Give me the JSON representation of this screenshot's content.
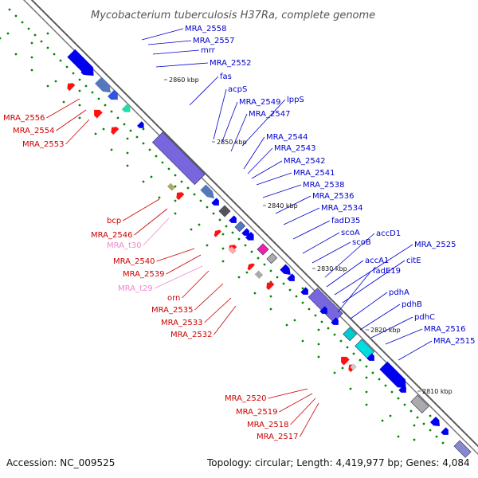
{
  "title": "Mycobacterium tuberculosis H37Ra, complete genome",
  "footer": {
    "accession": "Accession: NC_009525",
    "summary": "Topology: circular; Length: 4,419,977 bp; Genes: 4,084"
  },
  "colors": {
    "forward_label": "#0000cc",
    "reverse_label": "#cc0000",
    "rna_label": "#ee88cc",
    "backbone": "#888888",
    "gc_dots": "#008800"
  },
  "scale_marks": [
    "2860 kbp",
    "2850 kbp",
    "2840 kbp",
    "2830 kbp",
    "2820 kbp",
    "2810 kbp"
  ],
  "forward_genes": [
    "MRA_2558",
    "MRA_2557",
    "mrr",
    "MRA_2552",
    "fas",
    "acpS",
    "MRA_2549",
    "lppS",
    "MRA_2547",
    "MRA_2544",
    "MRA_2543",
    "MRA_2542",
    "MRA_2541",
    "MRA_2538",
    "MRA_2536",
    "MRA_2534",
    "fadD35",
    "scoA",
    "scoB",
    "accD1",
    "MRA_2525",
    "accA1",
    "citE",
    "fadE19",
    "pdhA",
    "pdhB",
    "pdhC",
    "MRA_2516",
    "MRA_2515"
  ],
  "reverse_genes": [
    "MRA_2556",
    "MRA_2554",
    "MRA_2553",
    "bcp",
    "MRA_2546",
    "MRA_t30",
    "MRA_2540",
    "MRA_2539",
    "MRA_t29",
    "orn",
    "MRA_2535",
    "MRA_2533",
    "MRA_2532",
    "MRA_2520",
    "MRA_2519",
    "MRA_2518",
    "MRA_2517"
  ]
}
